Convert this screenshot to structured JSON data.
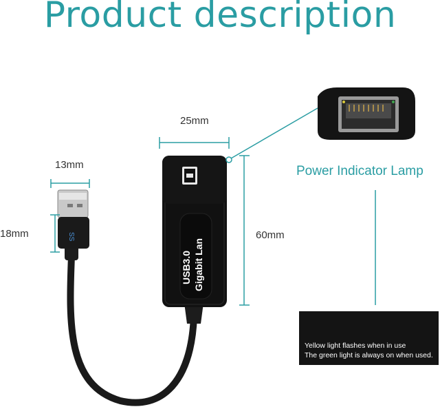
{
  "title": "Product description",
  "dimensions": {
    "body_width": "25mm",
    "plug_width": "13mm",
    "plug_height": "18mm",
    "body_height": "60mm"
  },
  "device": {
    "label_line1": "USB3.0",
    "label_line2": "Gigabit Lan",
    "plug_logo": "SS"
  },
  "power_indicator": {
    "label": "Power Indicator Lamp",
    "yellow_text": "Yellow light flashes when in use",
    "green_text": "The green light is always on when used."
  },
  "colors": {
    "accent": "#2a9da3",
    "yellow_led": "#d9c93a",
    "green_led": "#3fa34d",
    "device_body": "#111111"
  }
}
